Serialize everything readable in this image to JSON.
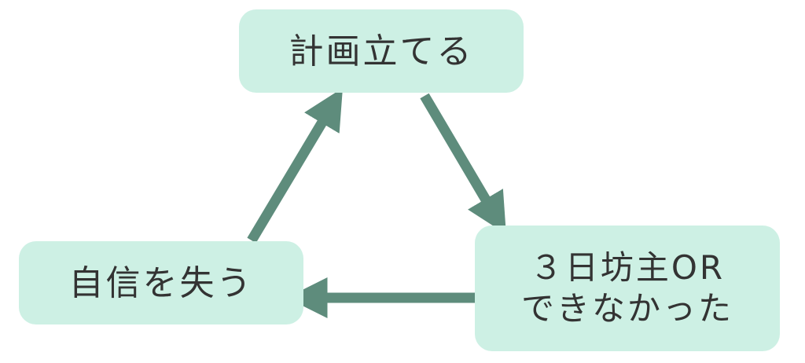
{
  "colors": {
    "node_fill": "#cdf0e4",
    "arrow": "#5e8c7c",
    "text": "#333333"
  },
  "nodes": {
    "top": {
      "label": "計画立てる"
    },
    "right": {
      "line1": "３日坊主OR",
      "line2": "できなかった"
    },
    "left": {
      "label": "自信を失う"
    }
  },
  "edges": [
    {
      "from": "計画立てる",
      "to": "３日坊主ORできなかった"
    },
    {
      "from": "３日坊主ORできなかった",
      "to": "自信を失う"
    },
    {
      "from": "自信を失う",
      "to": "計画立てる"
    }
  ]
}
